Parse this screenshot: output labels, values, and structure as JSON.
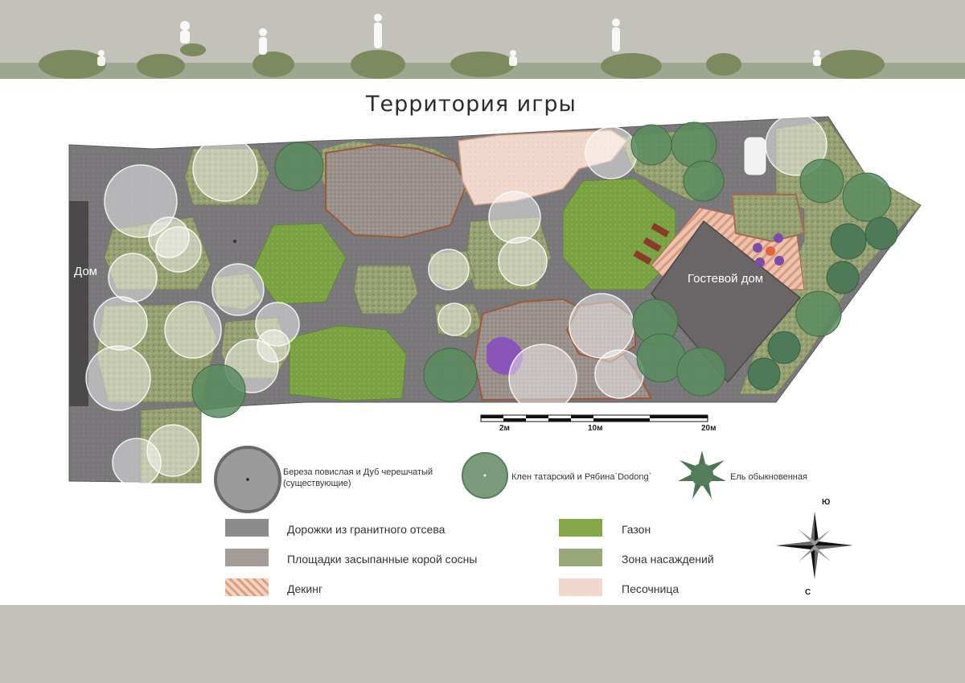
{
  "title": "Территория игры",
  "labels": {
    "house": "Дом",
    "guest_house": "Гостевой дом"
  },
  "scale": {
    "tick_2": "2м",
    "tick_10": "10м",
    "tick_20": "20м"
  },
  "compass": {
    "south_top": "Ю",
    "north_bottom": "С"
  },
  "legend": {
    "trees": [
      {
        "label": "Береза повислая и Дуб черешчатый\n(существующие)",
        "icon": "large-grey-tree-icon"
      },
      {
        "label": "Клен татарский и Рябина`Dodong`",
        "icon": "green-tree-icon"
      },
      {
        "label": "Ель обыкновенная",
        "icon": "spruce-icon"
      }
    ],
    "surfaces_left": [
      {
        "label": "Дорожки из гранитного отсева",
        "color": "#8c8a8b"
      },
      {
        "label": "Площадки засыпанные корой сосны",
        "color": "#a39c98"
      },
      {
        "label": "Декинг",
        "color": "#eec7b4"
      }
    ],
    "surfaces_right": [
      {
        "label": "Газон",
        "color": "#86a848"
      },
      {
        "label": "Зона насаждений",
        "color": "#9aa879"
      },
      {
        "label": "Песочница",
        "color": "#efd7cc"
      }
    ]
  },
  "colors": {
    "band": "#c2c1ba",
    "path": "#777577",
    "lawn": "#7fa544",
    "planting": "#9aa47a",
    "deck": "#e8b9a3",
    "sand": "#f1d9cd",
    "bark": "#9d9490",
    "tree_green": "#5f8d61",
    "guest_roof": "#6a6667"
  }
}
